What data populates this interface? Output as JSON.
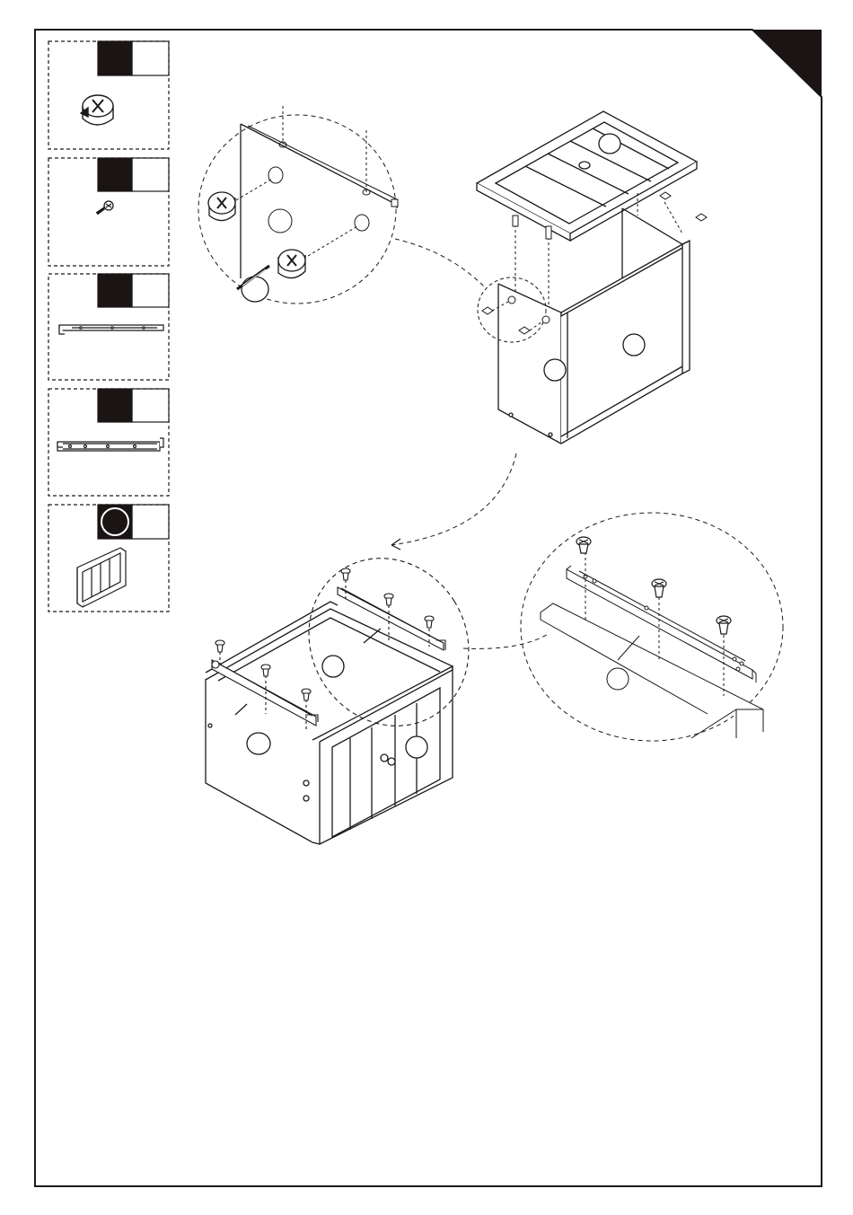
{
  "parts": [
    {
      "name": "cam-lock",
      "letter": "",
      "qty": "",
      "icon": "cam-lock-icon"
    },
    {
      "name": "screw",
      "letter": "",
      "qty": "",
      "icon": "screw-icon"
    },
    {
      "name": "drawer-runner-short",
      "letter": "",
      "qty": "",
      "icon": "runner-icon"
    },
    {
      "name": "drawer-runner-long",
      "letter": "",
      "qty": "",
      "icon": "runner-icon"
    },
    {
      "name": "door-panel",
      "letter": "",
      "qty": "",
      "icon": "door-panel-icon"
    }
  ],
  "colors": {
    "line": "#1a1a1a",
    "dark_fill": "#1a1414",
    "background": "#ffffff"
  }
}
